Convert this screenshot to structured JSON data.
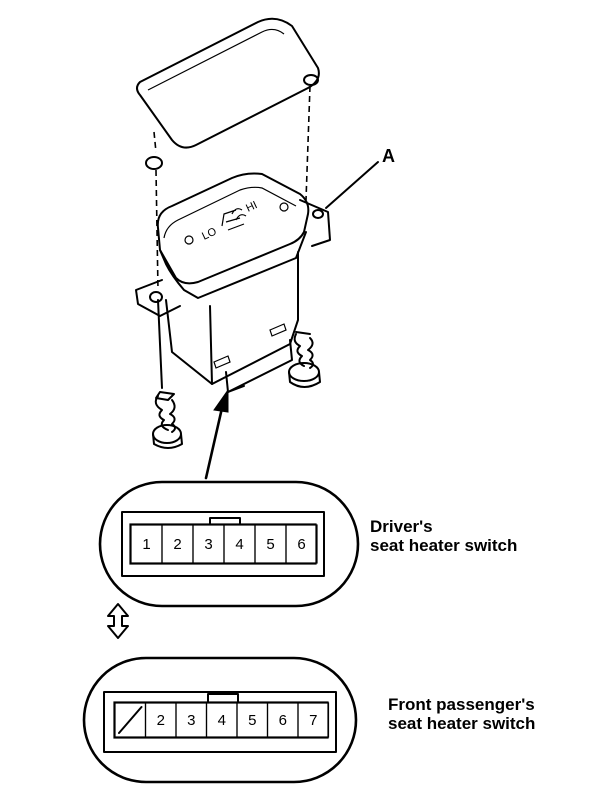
{
  "callout": {
    "label": "A"
  },
  "switch_symbols": {
    "hi": "HI",
    "lo": "LO"
  },
  "driver": {
    "caption_line1": "Driver's",
    "caption_line2": "seat heater switch",
    "pins": [
      "1",
      "2",
      "3",
      "4",
      "5",
      "6"
    ]
  },
  "passenger": {
    "caption_line1": "Front passenger's",
    "caption_line2": "seat heater switch",
    "pins": [
      "2",
      "3",
      "4",
      "5",
      "6",
      "7"
    ]
  }
}
